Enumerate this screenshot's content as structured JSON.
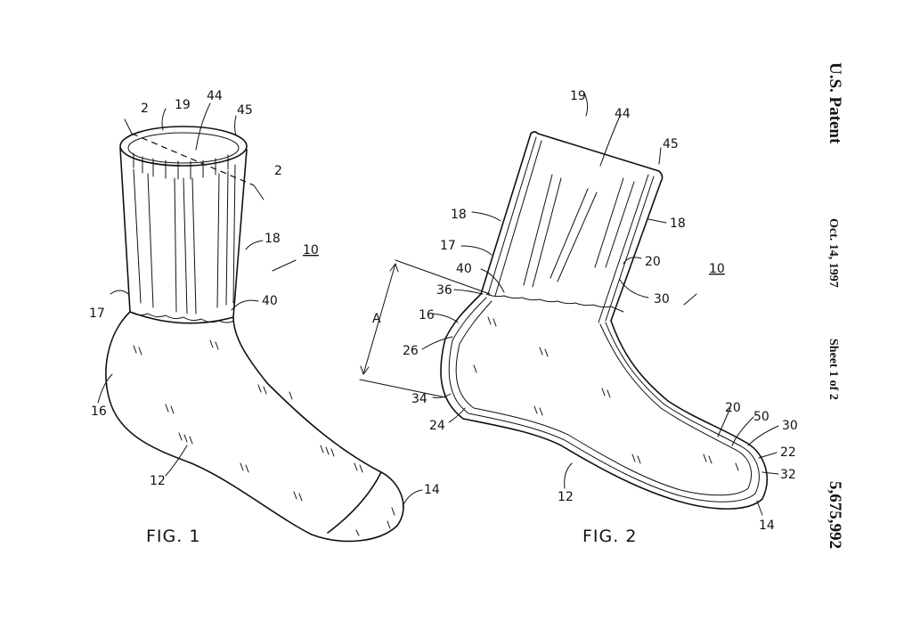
{
  "header": {
    "title": "U.S. Patent",
    "date": "Oct. 14, 1997",
    "sheet": "Sheet 1 of 2",
    "patent_number": "5,675,992"
  },
  "fig1": {
    "caption": "FIG. 1",
    "labels": {
      "l2a": "2",
      "l19": "19",
      "l44": "44",
      "l45": "45",
      "l2b": "2",
      "l18": "18",
      "l10": "10",
      "l17": "17",
      "l40": "40",
      "l16": "16",
      "l12": "12",
      "l14": "14"
    }
  },
  "fig2": {
    "caption": "FIG. 2",
    "labels": {
      "l19": "19",
      "l44": "44",
      "l45": "45",
      "l18a": "18",
      "l18b": "18",
      "l17": "17",
      "l20a": "20",
      "l40": "40",
      "l10": "10",
      "l36": "36",
      "l30a": "30",
      "l16": "16",
      "lA": "A",
      "l26": "26",
      "l34": "34",
      "l24": "24",
      "l20b": "20",
      "l50": "50",
      "l30b": "30",
      "l22": "22",
      "l32": "32",
      "l12": "12",
      "l14": "14"
    }
  }
}
